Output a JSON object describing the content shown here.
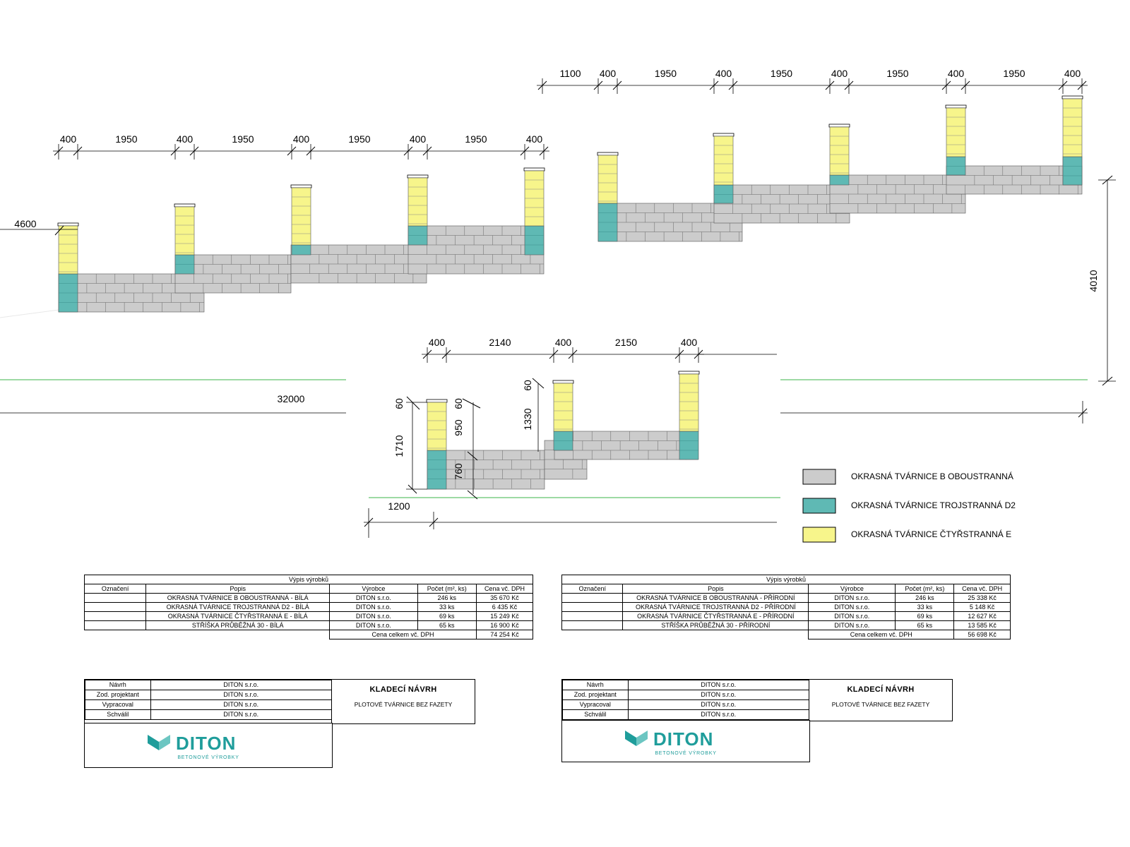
{
  "dims": {
    "left_top": [
      "400",
      "1950",
      "400",
      "1950",
      "400",
      "1950",
      "400",
      "1950",
      "400"
    ],
    "right_top": [
      "1100",
      "400",
      "1950",
      "400",
      "1950",
      "400",
      "1950",
      "400",
      "1950",
      "400"
    ],
    "mid_top": [
      "400",
      "2140",
      "400",
      "2150",
      "400"
    ],
    "left_height": "4600",
    "right_height": "4010",
    "total_length": "32000",
    "mid_v": [
      "60",
      "1710",
      "60",
      "950",
      "760",
      "60",
      "1330"
    ],
    "mid_bottom": "1200"
  },
  "legend": [
    {
      "label": "OKRASNÁ TVÁRNICE B OBOUSTRANNÁ",
      "color": "#cccccc"
    },
    {
      "label": "OKRASNÁ TVÁRNICE TROJSTRANNÁ D2",
      "color": "#5fb9b4"
    },
    {
      "label": "OKRASNÁ TVÁRNICE ČTYŘSTRANNÁ E",
      "color": "#f7f58b"
    }
  ],
  "colors": {
    "gray": "#cccccc",
    "teal": "#5fb9b4",
    "yellow": "#f7f58b",
    "green_line": "#3bb54a",
    "brand": "#1f9d9b"
  },
  "tables": [
    {
      "caption": "Výpis výrobků",
      "headers": [
        "Označení",
        "Popis",
        "Výrobce",
        "Počet (m², ks)",
        "Cena vč. DPH"
      ],
      "rows": [
        [
          "",
          "OKRASNÁ TVÁRNICE B OBOUSTRANNÁ - BÍLÁ",
          "DITON s.r.o.",
          "246 ks",
          "35 670 Kč"
        ],
        [
          "",
          "OKRASNÁ TVÁRNICE TROJSTRANNÁ D2 - BÍLÁ",
          "DITON s.r.o.",
          "33 ks",
          "6 435 Kč"
        ],
        [
          "",
          "OKRASNÁ TVÁRNICE ČTYŘSTRANNÁ E - BÍLÁ",
          "DITON s.r.o.",
          "69 ks",
          "15 249 Kč"
        ],
        [
          "",
          "STŘÍŠKA PRŮBĚŽNÁ 30 - BÍLÁ",
          "DITON s.r.o.",
          "65 ks",
          "16 900 Kč"
        ]
      ],
      "total_label": "Cena celkem vč. DPH",
      "total_value": "74 254 Kč"
    },
    {
      "caption": "Výpis výrobků",
      "headers": [
        "Označení",
        "Popis",
        "Výrobce",
        "Počet (m², ks)",
        "Cena vč. DPH"
      ],
      "rows": [
        [
          "",
          "OKRASNÁ TVÁRNICE B OBOUSTRANNÁ - PŘÍRODNÍ",
          "DITON s.r.o.",
          "246 ks",
          "25 338 Kč"
        ],
        [
          "",
          "OKRASNÁ TVÁRNICE TROJSTRANNÁ D2 - PŘÍRODNÍ",
          "DITON s.r.o.",
          "33 ks",
          "5 148 Kč"
        ],
        [
          "",
          "OKRASNÁ TVÁRNICE ČTYŘSTRANNÁ E - PŘÍRODNÍ",
          "DITON s.r.o.",
          "69 ks",
          "12 627 Kč"
        ],
        [
          "",
          "STŘÍŠKA PRŮBĚŽNÁ 30 - PŘÍRODNÍ",
          "DITON s.r.o.",
          "65 ks",
          "13 585 Kč"
        ]
      ],
      "total_label": "Cena celkem vč. DPH",
      "total_value": "56 698 Kč"
    }
  ],
  "title_blocks": [
    {
      "rows": [
        [
          "Návrh",
          "DITON s.r.o."
        ],
        [
          "Zod. projektant",
          "DITON s.r.o."
        ],
        [
          "Vypracoval",
          "DITON s.r.o."
        ],
        [
          "Schválil",
          "DITON s.r.o."
        ]
      ],
      "title": "KLADECÍ NÁVRH",
      "subtitle": "PLOTOVÉ TVÁRNICE BEZ FAZETY",
      "logo_text": "DITON",
      "logo_sub": "BETONOVÉ VÝROBKY"
    },
    {
      "rows": [
        [
          "Návrh",
          "DITON s.r.o."
        ],
        [
          "Zod. projektant",
          "DITON s.r.o."
        ],
        [
          "Vypracoval",
          "DITON s.r.o."
        ],
        [
          "Schválil",
          "DITON s.r.o."
        ]
      ],
      "title": "KLADECÍ NÁVRH",
      "subtitle": "PLOTOVÉ TVÁRNICE BEZ FAZETY",
      "logo_text": "DITON",
      "logo_sub": "BETONOVÉ VÝROBKY"
    }
  ]
}
